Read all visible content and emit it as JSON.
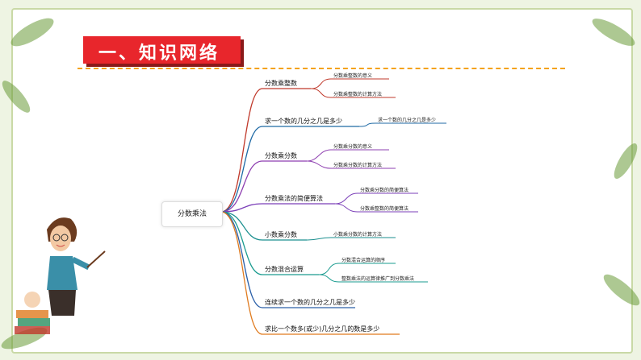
{
  "header": {
    "title": "一、知识网络"
  },
  "mindmap": {
    "root": "分数乘法",
    "branches": [
      {
        "label": "分数乘整数",
        "color": "#c0392b",
        "children": [
          "分数乘整数的意义",
          "分数乘整数的计算方法"
        ]
      },
      {
        "label": "求一个数的几分之几是多少",
        "color": "#1f6aa5",
        "children": [
          "求一个数的几分之几是多少"
        ]
      },
      {
        "label": "分数乘分数",
        "color": "#8e3fb0",
        "children": [
          "分数乘分数的意义",
          "分数乘分数的计算方法"
        ]
      },
      {
        "label": "分数乘法的简便算法",
        "color": "#7b3fb8",
        "children": [
          "分数乘分数的简便算法",
          "分数乘整数的简便算法"
        ]
      },
      {
        "label": "小数乘分数",
        "color": "#1b8f8f",
        "children": [
          "小数乘分数的计算方法"
        ]
      },
      {
        "label": "分数混合运算",
        "color": "#1a9b8f",
        "children": [
          "分数混合运算的顺序",
          "整数乘法的运算律推广到分数乘法"
        ]
      },
      {
        "label": "连续求一个数的几分之几是多少",
        "color": "#2a5fa8",
        "children": []
      },
      {
        "label": "求比一个数多(或少)几分之几的数是多少",
        "color": "#e07b1f",
        "children": []
      }
    ]
  }
}
